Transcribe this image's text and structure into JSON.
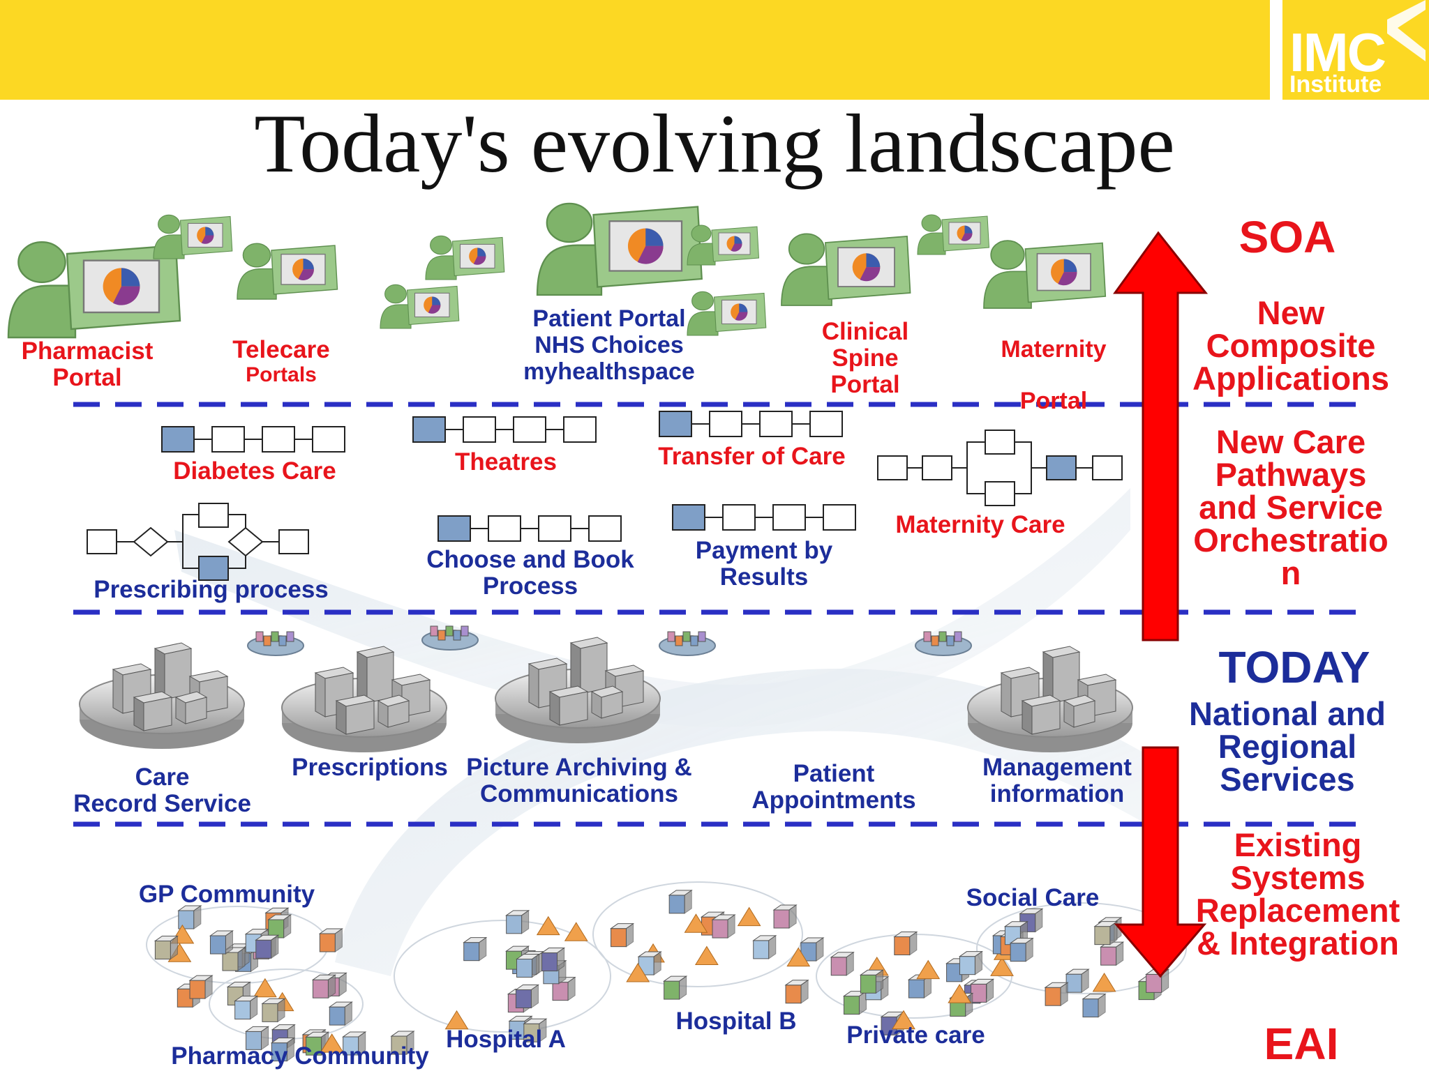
{
  "header": {
    "logo_text": "IMC",
    "logo_sub": "Institute",
    "title": "Today's evolving landscape"
  },
  "right_labels": {
    "soa": "SOA",
    "composite": [
      "New",
      "Composite",
      "Applications"
    ],
    "pathways": [
      "New Care",
      "Pathways",
      "and Service",
      "Orchestratio",
      "n"
    ],
    "today": "TODAY",
    "regional": [
      "National and",
      "Regional",
      "Services"
    ],
    "existing": [
      "Existing",
      "Systems",
      "Replacement",
      "& Integration"
    ],
    "eai": "EAI"
  },
  "portals": {
    "pharmacist": [
      "Pharmacist",
      "Portal"
    ],
    "telecare": [
      "Telecare",
      "Portals"
    ],
    "patient": [
      "Patient Portal",
      "NHS Choices",
      "myhealthspace"
    ],
    "clinical": [
      "Clinical",
      "Spine",
      "Portal"
    ],
    "maternity": [
      "Maternity",
      "Portal"
    ]
  },
  "pathways": {
    "diabetes": "Diabetes Care",
    "theatres": "Theatres",
    "transfer": "Transfer of Care",
    "maternity": "Maternity Care",
    "prescribing": "Prescribing process",
    "choose_book": [
      "Choose and Book",
      "Process"
    ],
    "payment": [
      "Payment by",
      "Results"
    ]
  },
  "services": {
    "care_record": [
      "Care",
      "Record Service"
    ],
    "prescriptions": "Prescriptions",
    "pacs": [
      "Picture Archiving &",
      "Communications"
    ],
    "appointments": [
      "Patient",
      "Appointments"
    ],
    "management": [
      "Management",
      "information"
    ]
  },
  "systems": {
    "gp": "GP Community",
    "pharmacy": "Pharmacy Community",
    "hospital_a": "Hospital A",
    "hospital_b": "Hospital B",
    "private": "Private care",
    "social": "Social Care"
  },
  "colors": {
    "banner": "#fcd823",
    "label_red": "#e8141b",
    "label_blue": "#1c2d9a",
    "arrow": "#ff0000",
    "dashed_line": "#2a2fc4",
    "monitor_green": "#7fb36a",
    "process_highlight": "#7f9fc7"
  }
}
